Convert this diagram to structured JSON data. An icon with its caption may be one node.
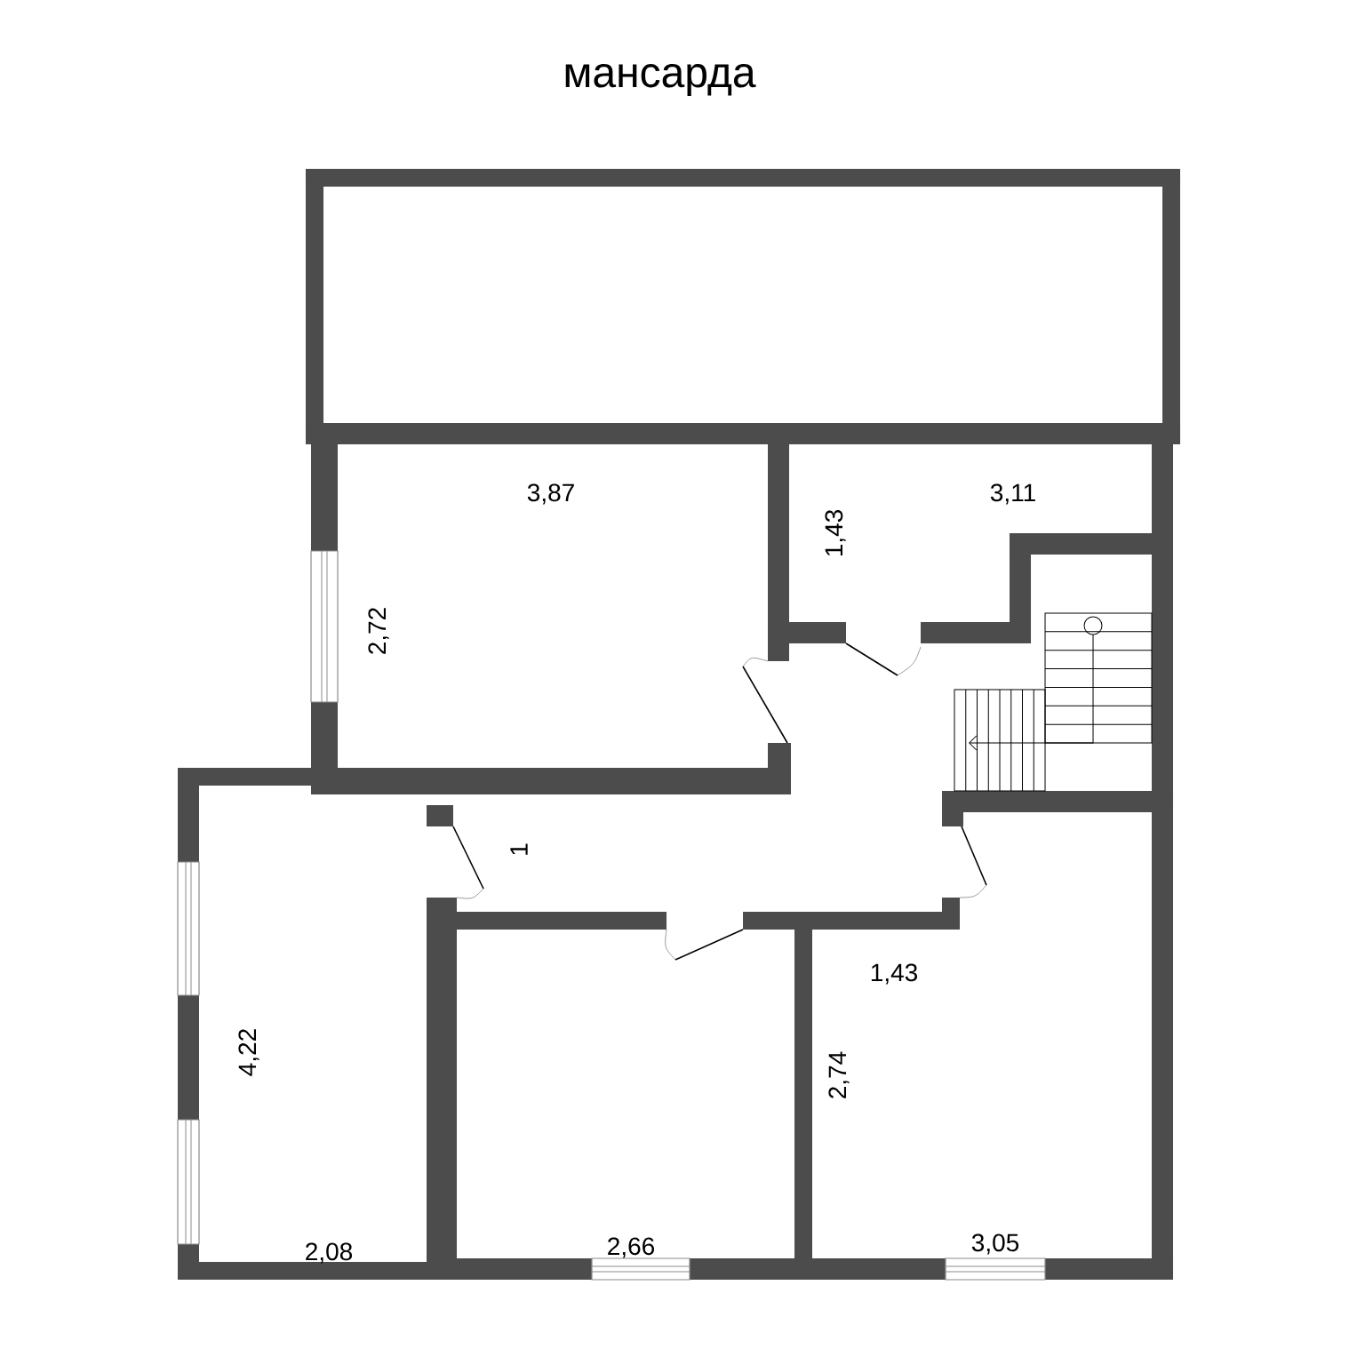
{
  "diagram": {
    "title": "мансарда",
    "labels": [
      "3,87",
      "3,11",
      "1,43",
      "2,72",
      "1",
      "1,43",
      "2,74",
      "4,22",
      "2,08",
      "2,66",
      "3,05"
    ]
  }
}
